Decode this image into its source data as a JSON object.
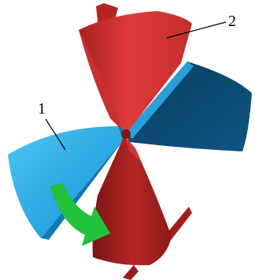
{
  "callouts": [
    {
      "id": "blade-blue",
      "label": "1"
    },
    {
      "id": "blade-red",
      "label": "2"
    }
  ],
  "colors": {
    "red_light": "#e03a3a",
    "red_mid": "#c42e2e",
    "red_dark": "#8e1818",
    "blue_light": "#3cb8ec",
    "blue_mid": "#1e95d4",
    "navy": "#0e4b72",
    "navy_dark": "#093a59",
    "arrow_green": "#22c23a",
    "background": "#ffffff"
  },
  "icons": [
    "rotation-arrow-icon"
  ]
}
